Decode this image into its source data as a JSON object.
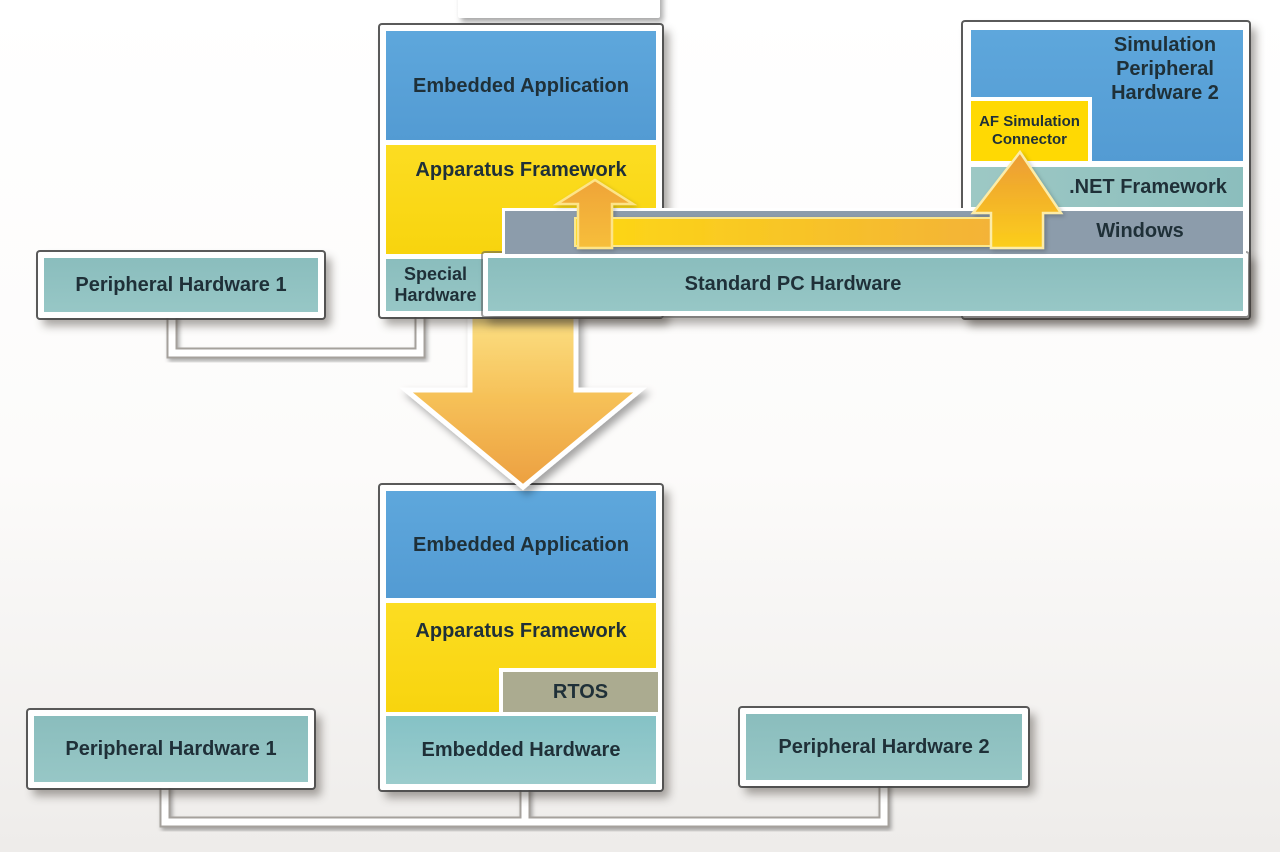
{
  "diagram_type": "architecture-diagram",
  "top_stack": {
    "embedded_application": "Embedded Application",
    "apparatus_framework": "Apparatus Framework",
    "special_hardware": "Special Hardware",
    "standard_pc_hardware": "Standard PC Hardware"
  },
  "simulation_stack": {
    "title": "Simulation Peripheral Hardware 2",
    "af_connector": "AF Simulation Connector",
    "net_framework": ".NET Framework",
    "windows": "Windows"
  },
  "bottom_stack": {
    "embedded_application": "Embedded Application",
    "apparatus_framework": "Apparatus Framework",
    "rtos": "RTOS",
    "embedded_hardware": "Embedded Hardware"
  },
  "peripherals": {
    "top_left": "Peripheral Hardware 1",
    "bottom_left": "Peripheral Hardware 1",
    "bottom_right": "Peripheral Hardware 2"
  },
  "colors": {
    "application_blue": "#569fd6",
    "framework_yellow": "#fbd915",
    "hardware_teal": "#8fc1c1",
    "os_slate": "#8c9cab",
    "rtos_olive": "#abab90",
    "arrow_yellow": "#fcd81a",
    "arrow_orange": "#ee9f3b",
    "text": "#1f3038",
    "background": "#ffffff"
  }
}
